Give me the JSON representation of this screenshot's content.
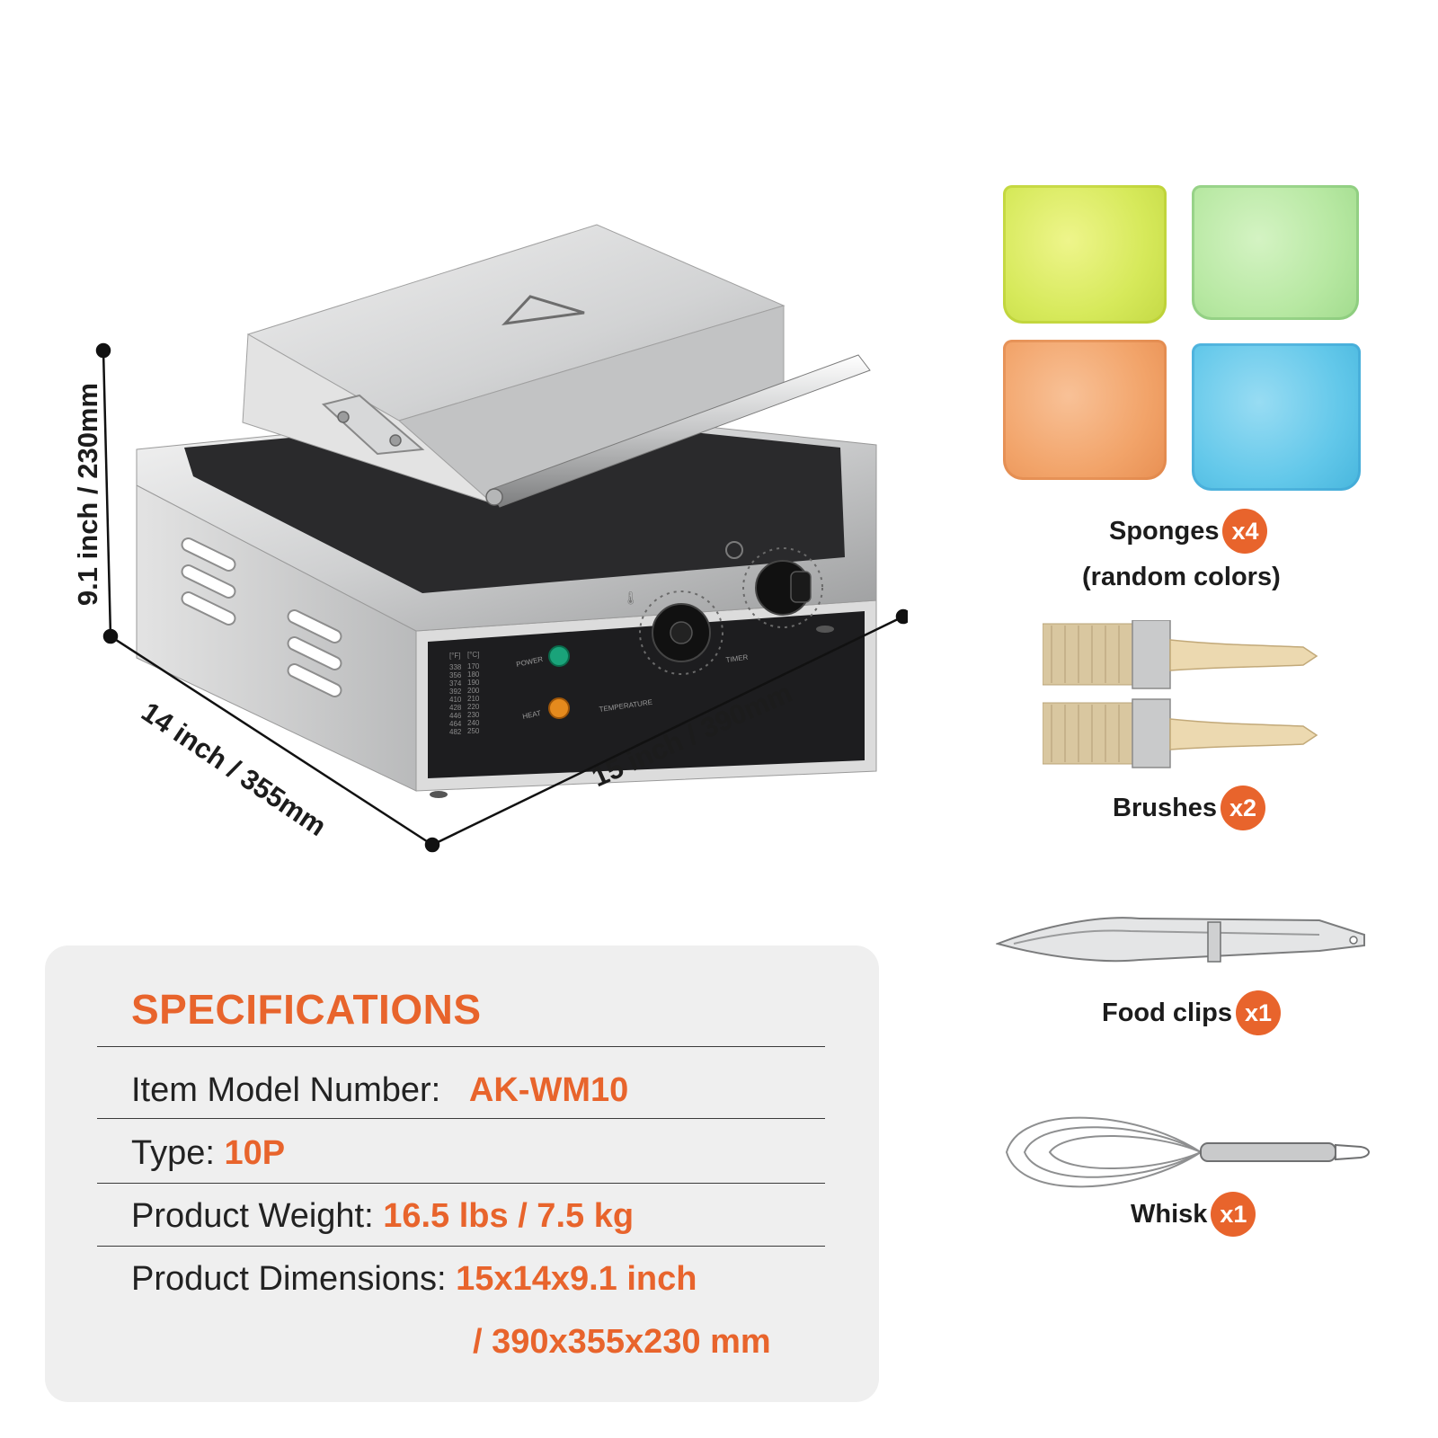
{
  "dimensions": {
    "height": "9.1 inch / 230mm",
    "depth": "14 inch / 355mm",
    "width": "15 inch / 390mm"
  },
  "accessories": {
    "sponges": {
      "label": "Sponges",
      "count": "x4",
      "note": "(random colors)"
    },
    "brushes": {
      "label": "Brushes",
      "count": "x2"
    },
    "food_clips": {
      "label": "Food clips",
      "count": "x1"
    },
    "whisk": {
      "label": "Whisk",
      "count": "x1"
    }
  },
  "control_panel": {
    "power": "POWER",
    "heat": "HEAT",
    "temperature": "TEMPERATURE",
    "timer": "TIMER",
    "fahrenheit_header": "[°F]",
    "celsius_header": "[°C]",
    "fahrenheit": [
      "338",
      "356",
      "374",
      "392",
      "410",
      "428",
      "446",
      "464",
      "482"
    ],
    "celsius": [
      "170",
      "180",
      "190",
      "200",
      "210",
      "220",
      "230",
      "240",
      "250"
    ]
  },
  "specs": {
    "title": "SPECIFICATIONS",
    "model_label": "Item Model Number:",
    "model_value": "AK-WM10",
    "type_label": "Type:",
    "type_value": "10P",
    "weight_label": "Product Weight:",
    "weight_value": "16.5 lbs / 7.5 kg",
    "dims_label": "Product Dimensions:",
    "dims_value_1": "15x14x9.1 inch",
    "dims_value_2": "/ 390x355x230 mm"
  },
  "colors": {
    "accent": "#e8642c",
    "sponge_yellow": "#d6e95a",
    "sponge_green": "#b7e8a2",
    "sponge_orange": "#f2a46a",
    "sponge_blue": "#63c8ea"
  }
}
